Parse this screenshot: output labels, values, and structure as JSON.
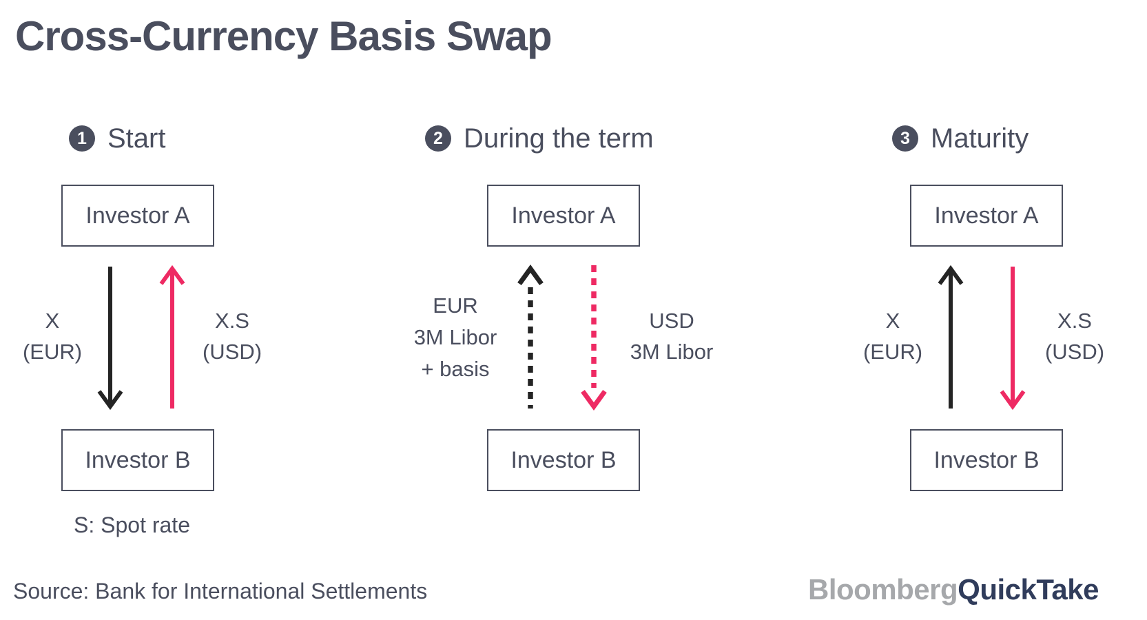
{
  "title": "Cross-Currency Basis Swap",
  "colors": {
    "background": "#FFFFFF",
    "ink": "#4A4E5E",
    "arrow_black": "#242424",
    "arrow_pink": "#EE2A63",
    "logo_gray": "#A6A8AB",
    "logo_navy": "#303C5B"
  },
  "panels": [
    {
      "step_number": "1",
      "heading": "Start",
      "top_box": "Investor A",
      "bottom_box": "Investor B",
      "left_flow": {
        "direction": "down",
        "style": "solid",
        "color": "black",
        "label_line1": "X",
        "label_line2": "(EUR)"
      },
      "right_flow": {
        "direction": "up",
        "style": "solid",
        "color": "pink",
        "label_line1": "X.S",
        "label_line2": "(USD)"
      },
      "footnote": "S: Spot rate"
    },
    {
      "step_number": "2",
      "heading": "During the term",
      "top_box": "Investor A",
      "bottom_box": "Investor B",
      "left_flow": {
        "direction": "up",
        "style": "dashed",
        "color": "black",
        "label_line1": "EUR",
        "label_line2": "3M Libor",
        "label_line3": "+ basis"
      },
      "right_flow": {
        "direction": "down",
        "style": "dashed",
        "color": "pink",
        "label_line1": "USD",
        "label_line2": "3M Libor"
      }
    },
    {
      "step_number": "3",
      "heading": "Maturity",
      "top_box": "Investor A",
      "bottom_box": "Investor B",
      "left_flow": {
        "direction": "up",
        "style": "solid",
        "color": "black",
        "label_line1": "X",
        "label_line2": "(EUR)"
      },
      "right_flow": {
        "direction": "down",
        "style": "solid",
        "color": "pink",
        "label_line1": "X.S",
        "label_line2": "(USD)"
      }
    }
  ],
  "source": "Source: Bank for International Settlements",
  "logo": {
    "brand": "Bloomberg",
    "product": "QuickTake"
  }
}
